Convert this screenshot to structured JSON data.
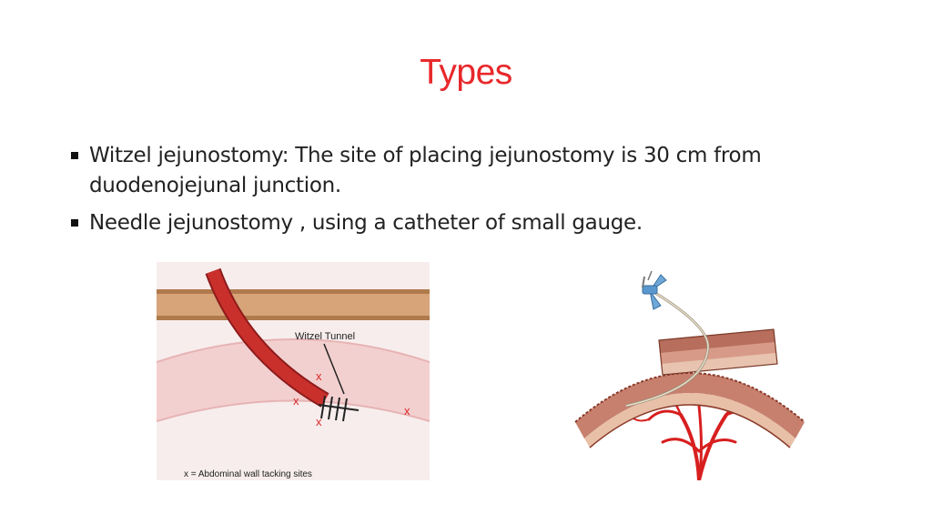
{
  "slide": {
    "title": "Types",
    "bullets": [
      {
        "text": "Witzel jejunostomy: The site of placing jejunostomy is 30 cm from duodenojejunal junction."
      },
      {
        "text": "Needle jejunostomy , using a catheter of small gauge."
      }
    ]
  },
  "figure_left": {
    "tunnel_label": "Witzel Tunnel",
    "legend": "x = Abdominal wall tacking sites",
    "marker_glyph": "x"
  },
  "colors": {
    "title": "#e8282b",
    "tube": "#c9302c",
    "abdominal_wall": "#d7a47a",
    "bowel": "#f3d0d0",
    "vessels": "#d81f1f"
  }
}
